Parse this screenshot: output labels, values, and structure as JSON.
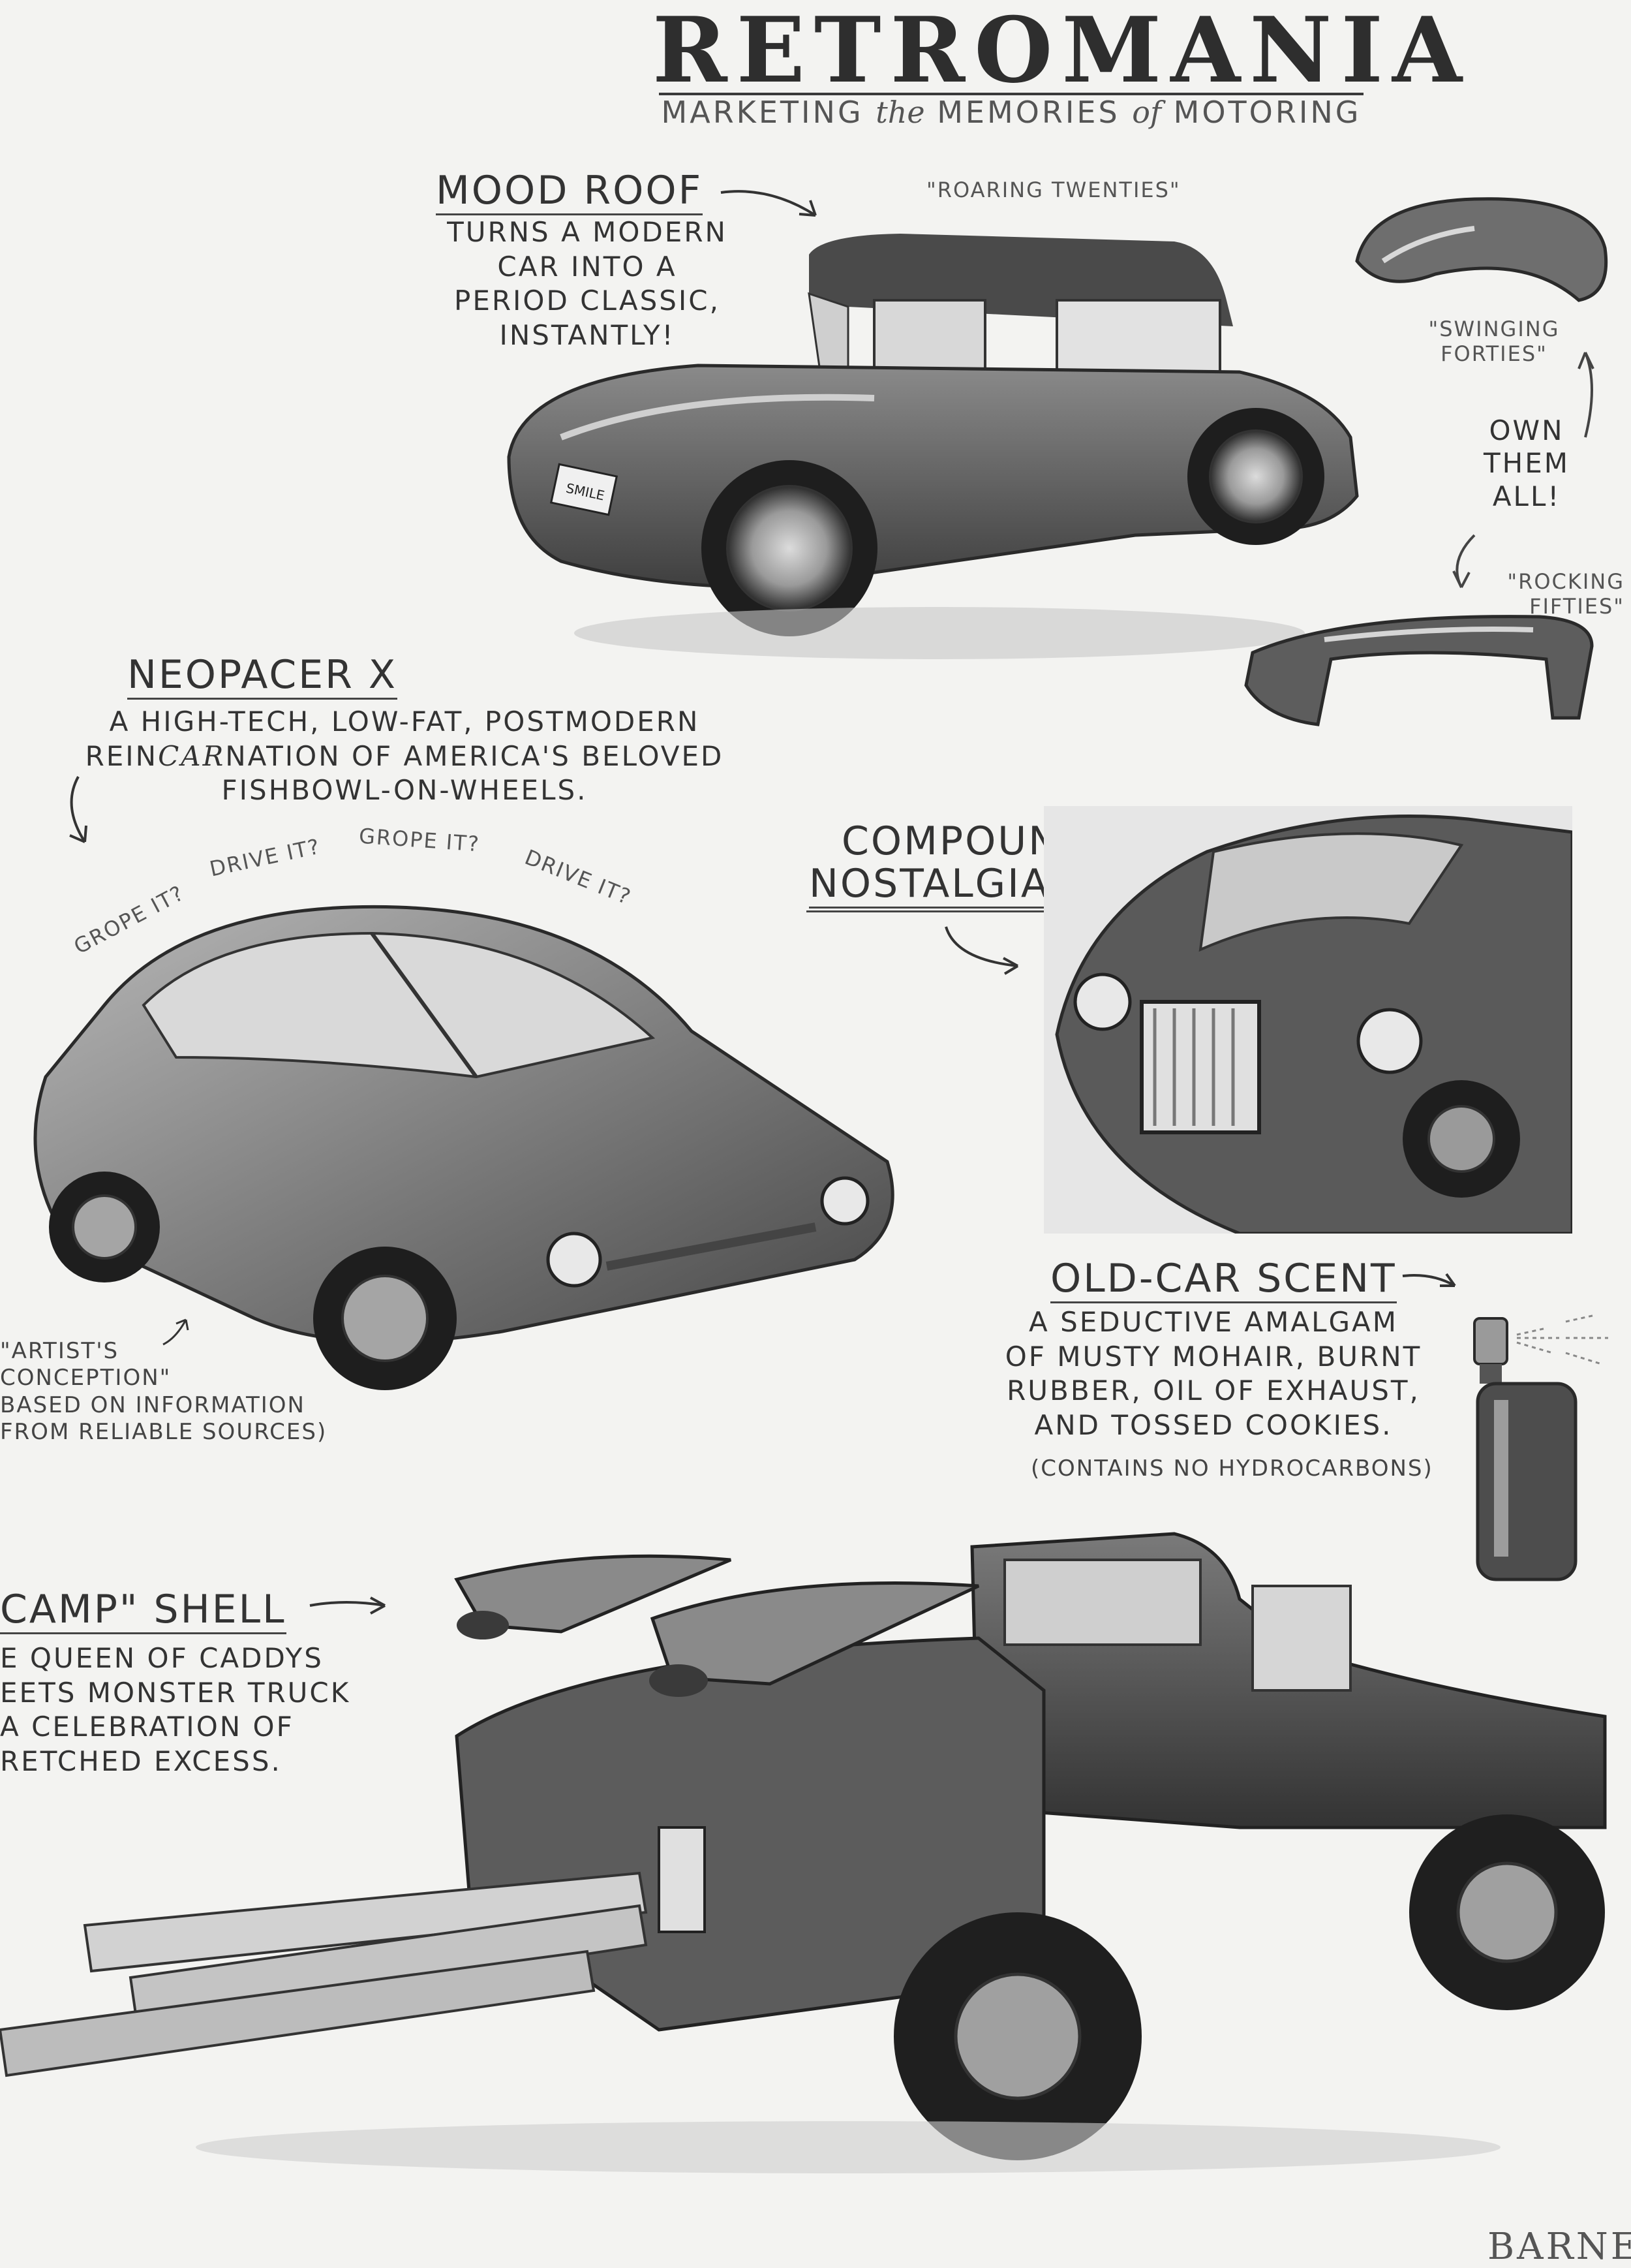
{
  "title": "RETROMANIA",
  "subtitle": {
    "part1": "MARKETING",
    "the": "the",
    "part2": "MEMORIES",
    "of": "of",
    "part3": "MOTORING"
  },
  "mood_roof": {
    "heading": "MOOD ROOF",
    "lines": [
      "TURNS A MODERN",
      "CAR INTO A",
      "PERIOD CLASSIC,",
      "INSTANTLY!"
    ],
    "roof_labels": {
      "roaring": "\"ROARING TWENTIES\"",
      "swinging": [
        "\"SWINGING",
        "FORTIES\""
      ],
      "own": [
        "OWN",
        "THEM",
        "ALL!"
      ],
      "rocking": [
        "\"ROCKING",
        "FIFTIES\""
      ]
    },
    "plate": "SMILE"
  },
  "neopacer": {
    "heading": "NEOPACER X",
    "lines": [
      "A HIGH-TECH, LOW-FAT, POSTMODERN",
      "REINCARNATION OF AMERICA'S BELOVED",
      "FISHBOWL-ON-WHEELS."
    ],
    "line2_parts": {
      "pre": "REIN",
      "car": "CAR",
      "post": "NATION OF AMERICA'S BELOVED"
    },
    "arc_text": [
      "GROPE IT?",
      "DRIVE IT?",
      "GROPE IT?",
      "DRIVE IT?"
    ],
    "caption": [
      "\"ARTIST'S",
      "CONCEPTION\"",
      "BASED ON INFORMATION",
      "FROM RELIABLE SOURCES)"
    ]
  },
  "compound": {
    "heading_lines": [
      "COMPOUND",
      "NOSTALGIA"
    ]
  },
  "scent": {
    "heading": "OLD-CAR SCENT",
    "lines": [
      "A SEDUCTIVE AMALGAM",
      "OF MUSTY MOHAIR, BURNT",
      "RUBBER, OIL OF EXHAUST,",
      "AND TOSSED COOKIES."
    ],
    "note": "(CONTAINS NO HYDROCARBONS)"
  },
  "camp": {
    "heading": "CAMP\" SHELL",
    "lines": [
      "E QUEEN OF CADDYS",
      "EETS MONSTER TRUCK",
      "A CELEBRATION OF",
      "RETCHED EXCESS."
    ]
  },
  "signature": "BARNEY",
  "colors": {
    "paper": "#f3f3f1",
    "ink": "#2b2b2b",
    "shade": "#6d6d6d",
    "light": "#bdbdbd"
  }
}
